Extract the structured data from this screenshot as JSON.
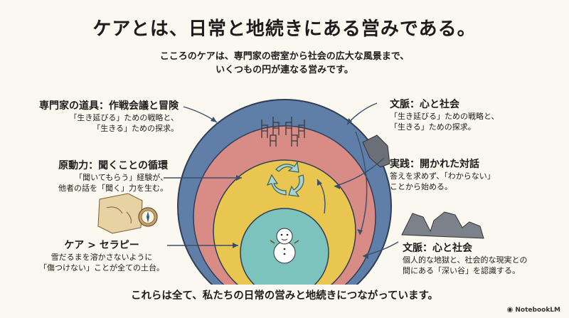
{
  "title": "ケアとは、日常と地続きにある営みである。",
  "subtitle": {
    "line1": "こころのケアは、専門家の密室から社会の広大な風景まで、",
    "line2": "いくつもの円が連なる営みです。"
  },
  "left_labels": [
    {
      "head": "専門家の道具：作戦会議と冒険",
      "desc": [
        "「生き延びる」ための戦略と、",
        "「生きる」ための探求。"
      ]
    },
    {
      "head": "原動力：聞くことの循環",
      "desc": [
        "「聞いてもらう」経験が、",
        "他者の話を「聞く」力を生む。"
      ]
    },
    {
      "head": "ケア > セラピー",
      "desc": [
        "雪だるまを溶かさないように",
        "「傷つけない」ことが全ての土台。"
      ]
    }
  ],
  "right_labels": [
    {
      "head": "文脈：心と社会",
      "desc": [
        "「生き延びる」ための戦略と、",
        "「生きる」ための探求。"
      ]
    },
    {
      "head": "実践：開かれた対話",
      "desc": [
        "答えを求めず、「わからない」",
        "ことから始める。"
      ]
    },
    {
      "head": "文脈：心と社会",
      "desc": [
        "個人的な地獄と、社会的な現実との",
        "間にある「深い谷」を認識する。"
      ]
    }
  ],
  "footer": "これらは全て、私たちの日常の営みと地続きにつながっています。",
  "brand": {
    "logo": "NotebookLM"
  },
  "colors": {
    "outer_ring": "#5f7fa8",
    "second_ring": "#d98b86",
    "third_ring": "#e9c64f",
    "core": "#7cc3bd",
    "background": "#fbf8ef"
  }
}
